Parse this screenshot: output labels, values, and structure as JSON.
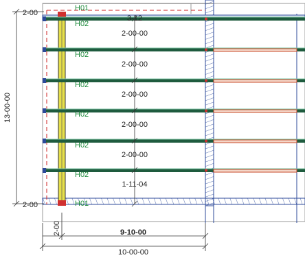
{
  "colors": {
    "background": "#ffffff",
    "beam": "#1e5b3e",
    "beam_highlight": "#79c2a0",
    "level_text": "#1c8a3a",
    "dimension": "#222222",
    "wall_hatch": "#2c4a9a",
    "column_fill": "#e6df4a",
    "cut_line": "#cc2222",
    "rail": "#c84a2a",
    "marker": "#d03030",
    "frame": "#777777"
  },
  "overall_height_label": "13-00-00",
  "top_offset_label": "2-00",
  "bottom_offset_label": "2-00",
  "top_span_label": "3-12",
  "levels": [
    {
      "label": "H01",
      "kind": "slab"
    },
    {
      "label": "H02",
      "kind": "beam"
    },
    {
      "label": "H02",
      "kind": "beam"
    },
    {
      "label": "H02",
      "kind": "beam"
    },
    {
      "label": "H02",
      "kind": "beam"
    },
    {
      "label": "H02",
      "kind": "beam"
    },
    {
      "label": "H02",
      "kind": "beam"
    },
    {
      "label": "H01",
      "kind": "slab"
    }
  ],
  "span_labels": [
    "2-00-00",
    "2-00-00",
    "2-00-00",
    "2-00-00",
    "2-00-00",
    "1-11-04"
  ],
  "horizontal_dims": {
    "short": "2-00",
    "inner": "9-10-00",
    "overall": "10-00-00"
  }
}
